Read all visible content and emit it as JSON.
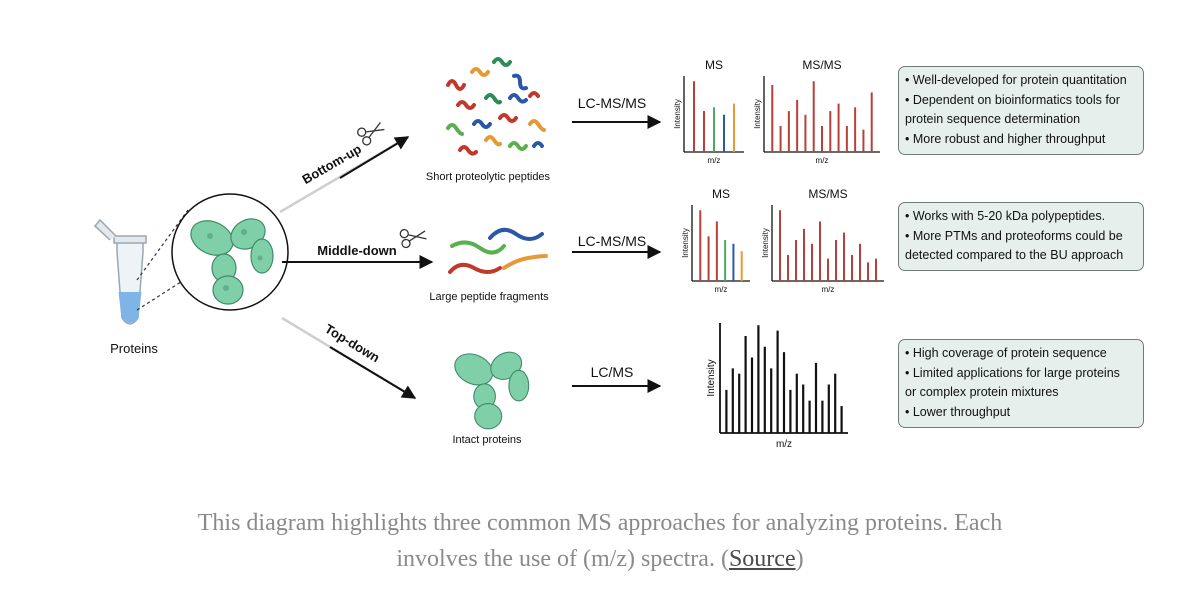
{
  "colors": {
    "arrow": "#111111",
    "arrow_faded": "#bdbdbd",
    "protein": "#7fd0a8",
    "protein_dark": "#3f8a68",
    "box_fill": "#e6efeb",
    "box_border": "#6f7d77",
    "peak_red": "#b8403a",
    "peak_green": "#4bab5a",
    "peak_blue": "#2b57a8",
    "peak_orange": "#e79a36",
    "peak_black": "#111111"
  },
  "left": {
    "label": "Proteins"
  },
  "approaches": [
    {
      "id": "bottom-up",
      "label": "Bottom-up",
      "sample_label": "Short proteolytic peptides",
      "method": "LC-MS/MS",
      "spectra": [
        {
          "title": "MS",
          "ylabel": "Intensity",
          "xlabel": "m/z",
          "peaks": [
            0.95,
            0.55,
            0.6,
            0.5,
            0.65
          ],
          "peak_colors": [
            "red",
            "red",
            "green",
            "blue",
            "orange"
          ]
        },
        {
          "title": "MS/MS",
          "ylabel": "Intensity",
          "xlabel": "m/z",
          "peaks": [
            0.9,
            0.35,
            0.55,
            0.7,
            0.5,
            0.95,
            0.35,
            0.55,
            0.65,
            0.35,
            0.6,
            0.3,
            0.8
          ],
          "peak_colors": [
            "red"
          ]
        }
      ],
      "notes": [
        "• Well-developed for protein quantitation",
        "• Dependent on bioinformatics tools for",
        "protein sequence determination",
        "• More robust and higher throughput"
      ]
    },
    {
      "id": "middle-down",
      "label": "Middle-down",
      "sample_label": "Large peptide fragments",
      "method": "LC-MS/MS",
      "spectra": [
        {
          "title": "MS",
          "ylabel": "Intensity",
          "xlabel": "m/z",
          "peaks": [
            0.95,
            0.6,
            0.8,
            0.55,
            0.5,
            0.4
          ],
          "peak_colors": [
            "red",
            "red",
            "red",
            "green",
            "blue",
            "orange"
          ]
        },
        {
          "title": "MS/MS",
          "ylabel": "Intensity",
          "xlabel": "m/z",
          "peaks": [
            0.95,
            0.35,
            0.55,
            0.7,
            0.5,
            0.8,
            0.3,
            0.55,
            0.65,
            0.35,
            0.5,
            0.25,
            0.3
          ],
          "peak_colors": [
            "red"
          ]
        }
      ],
      "notes": [
        "• Works with 5-20 kDa polypeptides.",
        "• More PTMs and proteoforms could be",
        "detected compared to the BU approach"
      ]
    },
    {
      "id": "top-down",
      "label": "Top-down",
      "sample_label": "Intact proteins",
      "method": "LC/MS",
      "spectra": [
        {
          "title": "",
          "ylabel": "Intensity",
          "xlabel": "m/z",
          "peaks": [
            0.4,
            0.6,
            0.55,
            0.9,
            0.7,
            1.0,
            0.8,
            0.6,
            0.95,
            0.75,
            0.4,
            0.55,
            0.45,
            0.3,
            0.65,
            0.3,
            0.45,
            0.55,
            0.25
          ],
          "peak_colors": [
            "black"
          ]
        }
      ],
      "notes": [
        "• High coverage of protein sequence",
        "• Limited applications for large proteins",
        "or complex protein mixtures",
        "• Lower throughput"
      ]
    }
  ],
  "caption": {
    "line1": "This diagram highlights three common MS approaches for analyzing proteins. Each",
    "line2_prefix": "involves the use of (m/z) spectra. (",
    "link": "Source",
    "line2_suffix": ")"
  }
}
